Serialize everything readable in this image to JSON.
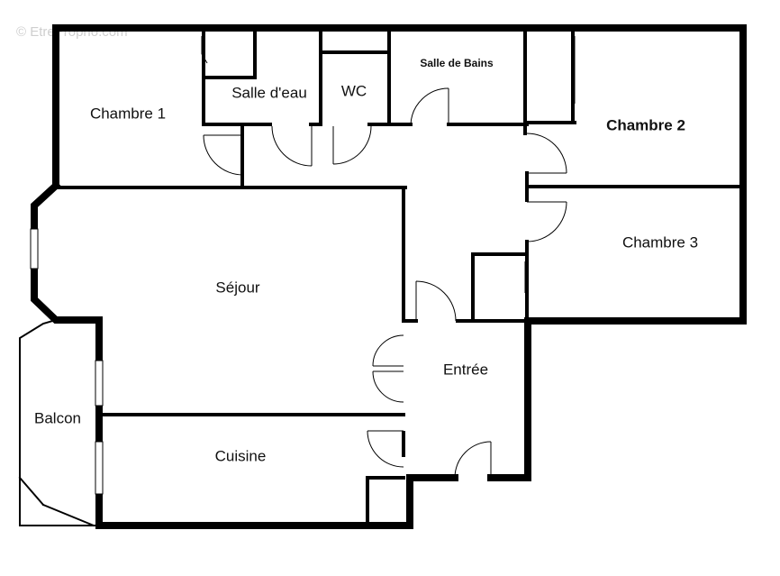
{
  "watermark": "© EtreProprio.com",
  "rooms": {
    "chambre1": "Chambre 1",
    "salle_deau": "Salle d'eau",
    "wc": "WC",
    "salle_de_bains": "Salle de Bains",
    "chambre2": "Chambre 2",
    "chambre3": "Chambre 3",
    "sejour": "Séjour",
    "entree": "Entrée",
    "balcon": "Balcon",
    "cuisine": "Cuisine"
  }
}
